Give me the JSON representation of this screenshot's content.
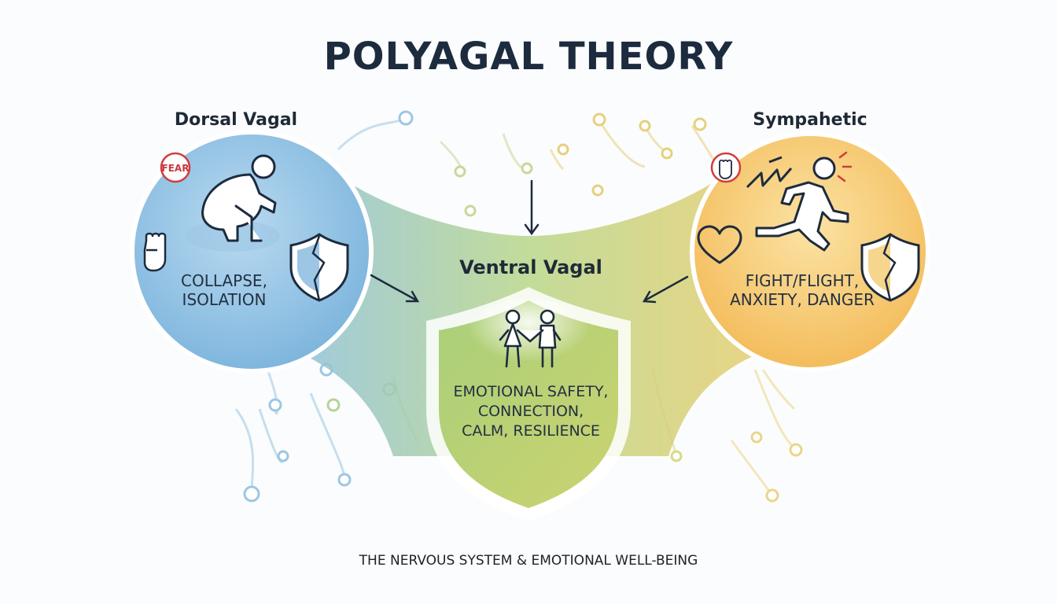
{
  "title": "POLYAGAL THEORY",
  "dorsal": {
    "title": "Dorsal Vagal",
    "state_lines": [
      "COLLAPSE,",
      "ISOLATION"
    ],
    "badge": "FEAR",
    "icons": [
      "person-crouching-icon",
      "fist-icon",
      "broken-shield-icon"
    ]
  },
  "sympathetic": {
    "title": "Sympahetic",
    "state_lines": [
      "FIGHT/FLIGHT,",
      "ANXIETY, DANGER"
    ],
    "icons": [
      "person-running-icon",
      "lightning-bolt-icon",
      "fist-badge-icon",
      "heart-icon",
      "broken-shield-icon"
    ]
  },
  "ventral": {
    "title": "Ventral Vagal",
    "state_lines": [
      "EMOTIONAL SAFETY,",
      "CONNECTION,",
      "CALM, RESILIENCE"
    ],
    "icons": [
      "two-people-holding-hands-icon",
      "shield-icon"
    ]
  },
  "footer": "THE NERVOUS SYSTEM & EMOTIONAL WELL-BEING",
  "colors": {
    "dorsal": "#8cc0e2",
    "sympathetic": "#f6c664",
    "ventral": "#b7d27c",
    "ink": "#1d2b3e",
    "alert": "#d23c3c"
  }
}
